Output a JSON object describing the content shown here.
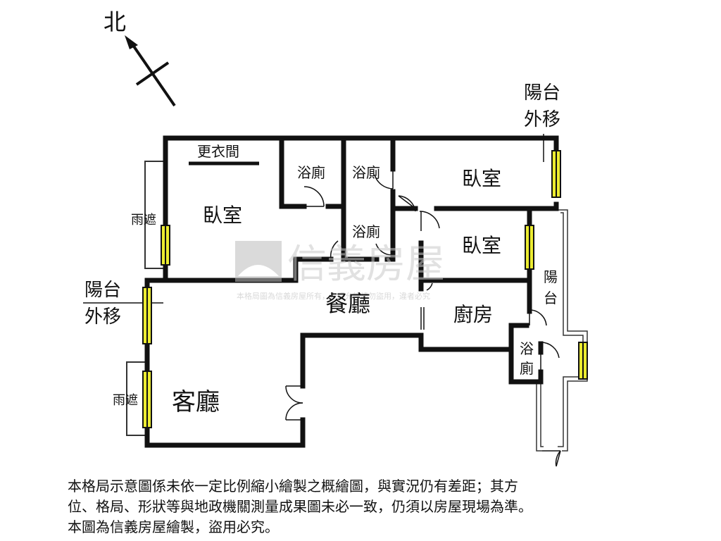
{
  "compass": {
    "label": "北"
  },
  "rooms": {
    "walk_in_closet": "更衣間",
    "bath_top_left": "浴廁",
    "bath_top_mid": "浴廁",
    "bath_mid": "浴廁",
    "bedroom_top_right": "臥室",
    "bedroom_main": "臥室",
    "bedroom_middle": "臥室",
    "dining": "餐廳",
    "kitchen": "廚房",
    "living": "客廳",
    "bath_small_line1": "浴",
    "bath_small_line2": "廁",
    "balcony_right_line1": "陽",
    "balcony_right_line2": "台"
  },
  "annotations": {
    "awning_upper": "雨遮",
    "awning_lower": "雨遮",
    "balcony_moved_left_line1": "陽台",
    "balcony_moved_left_line2": "外移",
    "balcony_moved_top_line1": "陽台",
    "balcony_moved_top_line2": "外移"
  },
  "watermark": {
    "brand": "信義房屋",
    "subtext": "本格局圖為信義房屋所有，未經允許請勿盜用，違者必究"
  },
  "disclaimer": {
    "line1": "本格局示意圖係未依一定比例縮小繪製之概繪圖，與實況仍有差距；其方",
    "line2": "位、格局、形狀等與地政機關測量成果圖未必一致，仍須以房屋現場為準。",
    "line3": "本圖為信義房屋繪製，盜用必究。"
  },
  "colors": {
    "wall": "#111111",
    "window_fill": "#ecec30",
    "watermark": "#c9c9c9"
  }
}
